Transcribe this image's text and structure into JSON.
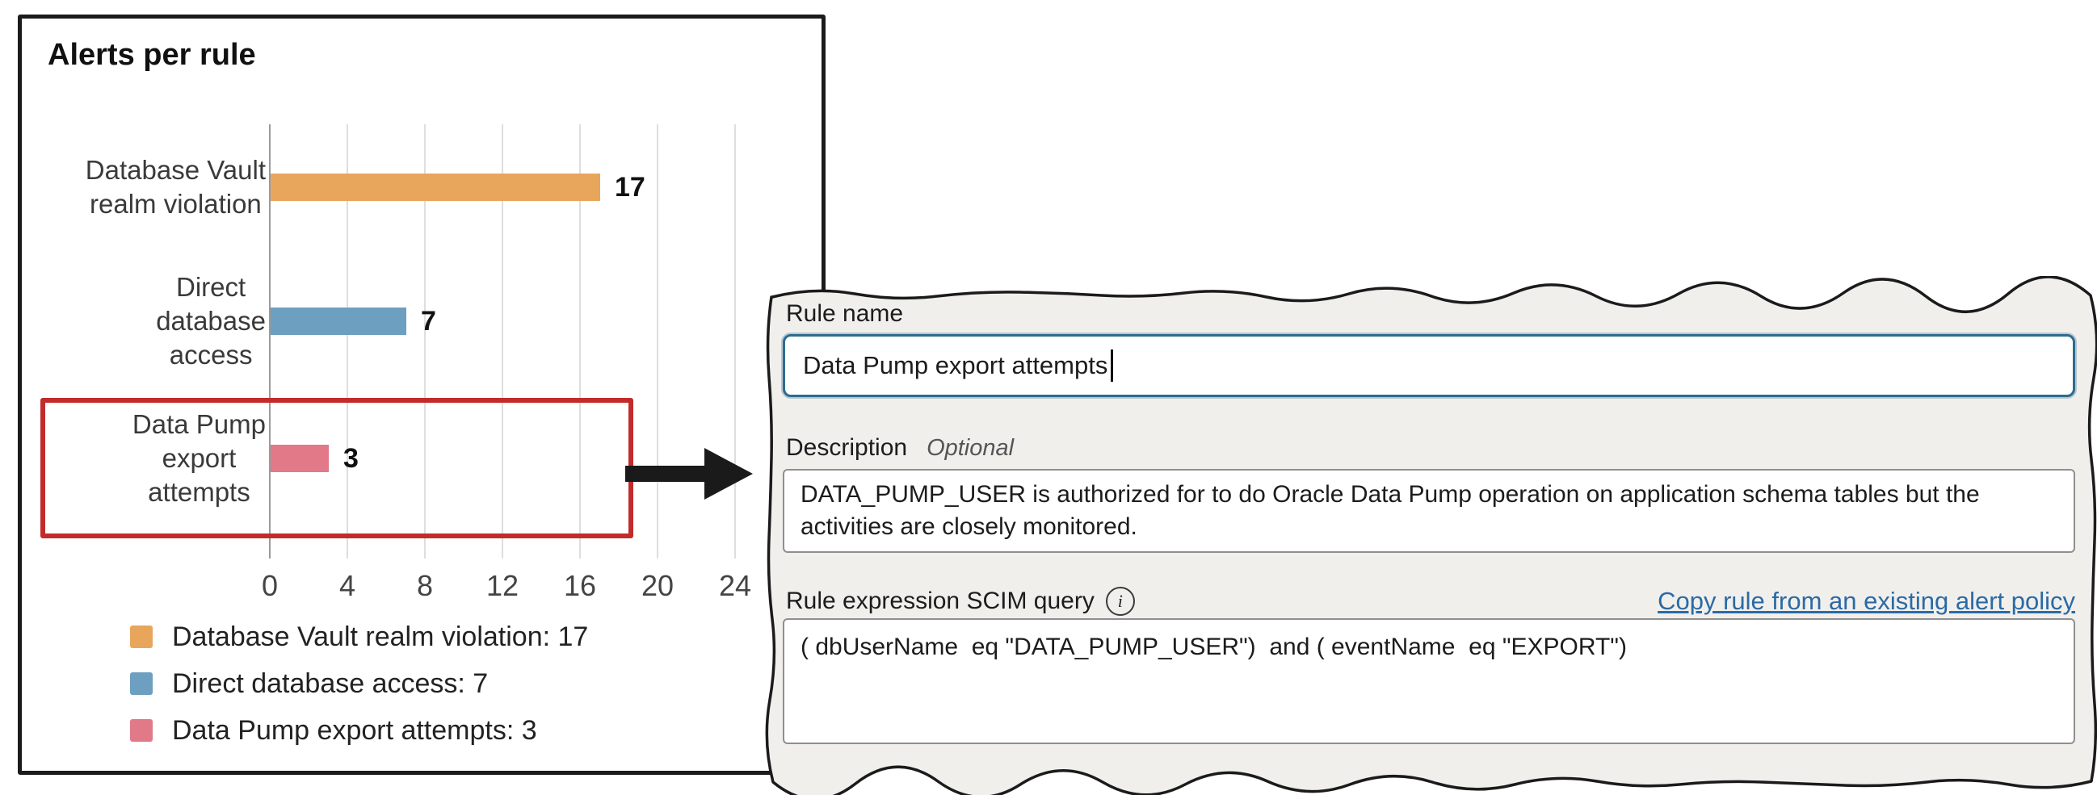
{
  "colors": {
    "bar_orange": "#E8A65C",
    "bar_blue": "#6D9FC0",
    "bar_pink": "#E27988",
    "highlight_red": "#C22B2B",
    "focus_blue": "#2D6B90",
    "link_blue": "#2A6AA5",
    "panel_fill": "#F1EFEC",
    "panel_stroke": "#1B1B1B"
  },
  "chart_data": {
    "type": "bar",
    "orientation": "horizontal",
    "title": "Alerts per rule",
    "categories": [
      "Database Vault realm violation",
      "Direct database access",
      "Data Pump export attempts"
    ],
    "values": [
      17,
      7,
      3
    ],
    "bar_colors": [
      "#E8A65C",
      "#6D9FC0",
      "#E27988"
    ],
    "x_ticks": [
      0,
      4,
      8,
      12,
      16,
      20,
      24
    ],
    "xlim": [
      0,
      24
    ],
    "grid": true,
    "legend_position": "bottom-left",
    "legend": [
      "Database Vault realm violation: 17",
      "Direct database access: 7",
      "Data Pump export attempts: 3"
    ],
    "highlighted_category": "Data Pump export attempts"
  },
  "chart_label_lines": {
    "cat1": [
      "Database Vault",
      "realm violation"
    ],
    "cat2": [
      "Direct",
      "database",
      "access"
    ],
    "cat3": [
      "Data Pump",
      "export",
      "attempts"
    ]
  },
  "form": {
    "rule_name_label": "Rule name",
    "rule_name_value": "Data Pump export attempts",
    "description_label": "Description",
    "description_hint": "Optional",
    "description_value": "DATA_PUMP_USER is authorized for to do Oracle Data Pump operation on application schema tables but the activities are closely monitored.",
    "scim_label": "Rule expression SCIM query",
    "info_icon_glyph": "i",
    "copy_link_label": "Copy rule from an existing alert policy",
    "scim_value": "( dbUserName  eq \"DATA_PUMP_USER\")  and ( eventName  eq \"EXPORT\")"
  }
}
